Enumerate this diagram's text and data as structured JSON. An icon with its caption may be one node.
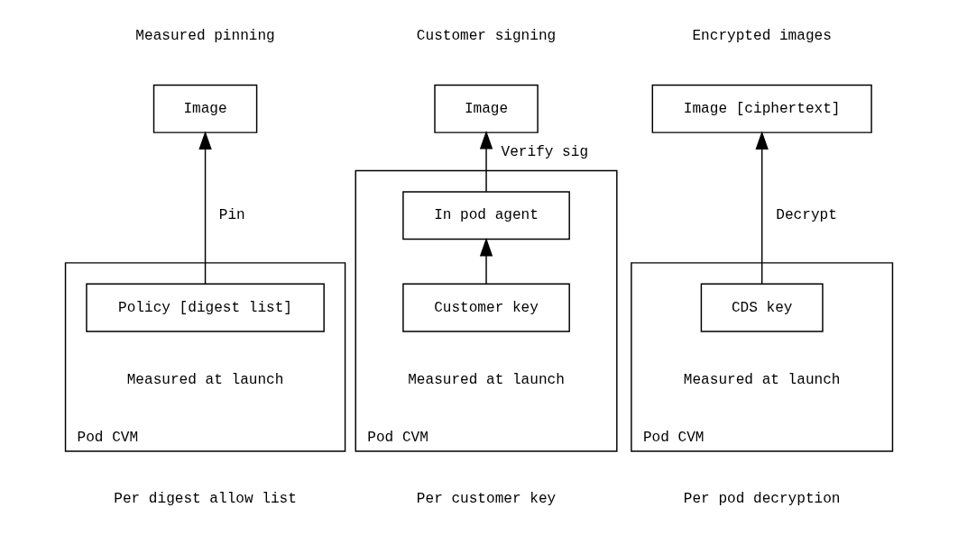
{
  "diagram": {
    "nodes": [
      {
        "text": [
          "Image"
        ]
      },
      {
        "text": [
          "Pod CVM"
        ]
      },
      {
        "text": [
          "Policy [digest list]"
        ],
        "in": 1,
        "beside": [
          "Measured at launch"
        ]
      },
      {
        "text": [
          "Image"
        ]
      },
      {
        "text": [
          "Pod CVM"
        ]
      },
      {
        "text": [
          "In pod agent"
        ],
        "in": 4
      },
      {
        "text": [
          "Customer key"
        ],
        "in": 4,
        "beside": [
          "Measured at launch"
        ]
      },
      {
        "text": [
          "Image [ciphertext]"
        ]
      },
      {
        "text": [
          "Pod CVM"
        ]
      },
      {
        "text": [
          "CDS key"
        ],
        "in": 8,
        "beside": [
          "Measured at launch"
        ]
      }
    ],
    "edges": [
      {
        "from": 2,
        "to": 0,
        "arrow": "to",
        "label": "Pin"
      },
      {
        "from": 5,
        "to": 3,
        "arrow": "to",
        "label": "Verify sig"
      },
      {
        "from": 6,
        "to": 5,
        "arrow": "to"
      },
      {
        "from": 9,
        "to": 7,
        "arrow": "to",
        "label": "Decrypt"
      }
    ],
    "labels": [
      "Measured pinning",
      "Customer signing",
      "Encrypted images",
      "Per digest allow list",
      "Per customer key",
      "Per pod decryption"
    ]
  }
}
